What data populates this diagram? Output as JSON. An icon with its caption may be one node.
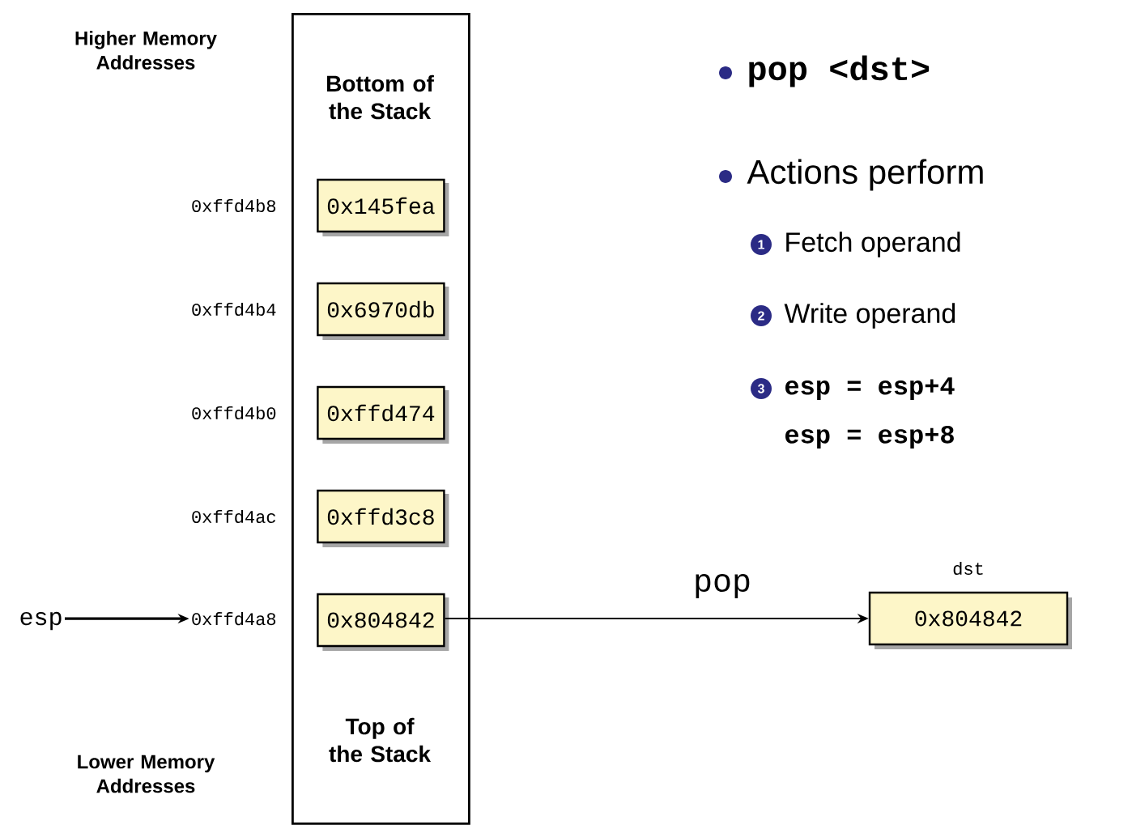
{
  "diagram": {
    "nodes": [
      {
        "text": [
          "Bottom of the Stack",
          "Top of the Stack"
        ]
      },
      {
        "text": [
          "0x145fea"
        ],
        "in": 0
      },
      {
        "text": [
          "0x6970db"
        ],
        "in": 0
      },
      {
        "text": [
          "0xffd474"
        ],
        "in": 0
      },
      {
        "text": [
          "0xffd3c8"
        ],
        "in": 0
      },
      {
        "text": [
          "0x804842"
        ],
        "in": 0
      },
      {
        "text": [
          "esp"
        ]
      },
      {
        "text": [
          "0xffd4a8"
        ]
      },
      {
        "text": [
          "0x804842"
        ],
        "beside": [
          "dst"
        ]
      }
    ],
    "edges": [
      {
        "from": 6,
        "to": 7,
        "arrow": "to"
      },
      {
        "from": 5,
        "to": 8,
        "arrow": "to",
        "label": "pop"
      }
    ],
    "labels": [
      "Higher Memory Addresses",
      "0xffd4b8",
      "0xffd4b4",
      "0xffd4b0",
      "0xffd4ac",
      "Lower Memory Addresses",
      "pop <dst>",
      "Actions perform",
      "1",
      "Fetch operand",
      "2",
      "Write operand",
      "3",
      "esp = esp+4",
      "esp = esp+8"
    ]
  }
}
